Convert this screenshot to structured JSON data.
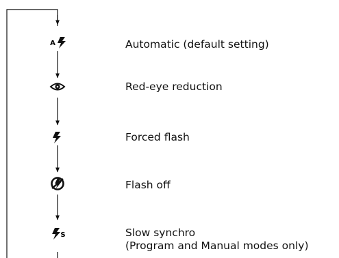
{
  "modes": [
    {
      "icon": "flash-auto-icon",
      "label": "Automatic (default setting)"
    },
    {
      "icon": "red-eye-reduction-icon",
      "label": "Red-eye reduction"
    },
    {
      "icon": "forced-flash-icon",
      "label": "Forced flash"
    },
    {
      "icon": "flash-off-icon",
      "label": "Flash off"
    },
    {
      "icon": "slow-synchro-icon",
      "label": "Slow synchro",
      "label_line2": "(Program and Manual modes only)"
    }
  ],
  "icon_text": {
    "auto": "A",
    "slow": "S"
  }
}
